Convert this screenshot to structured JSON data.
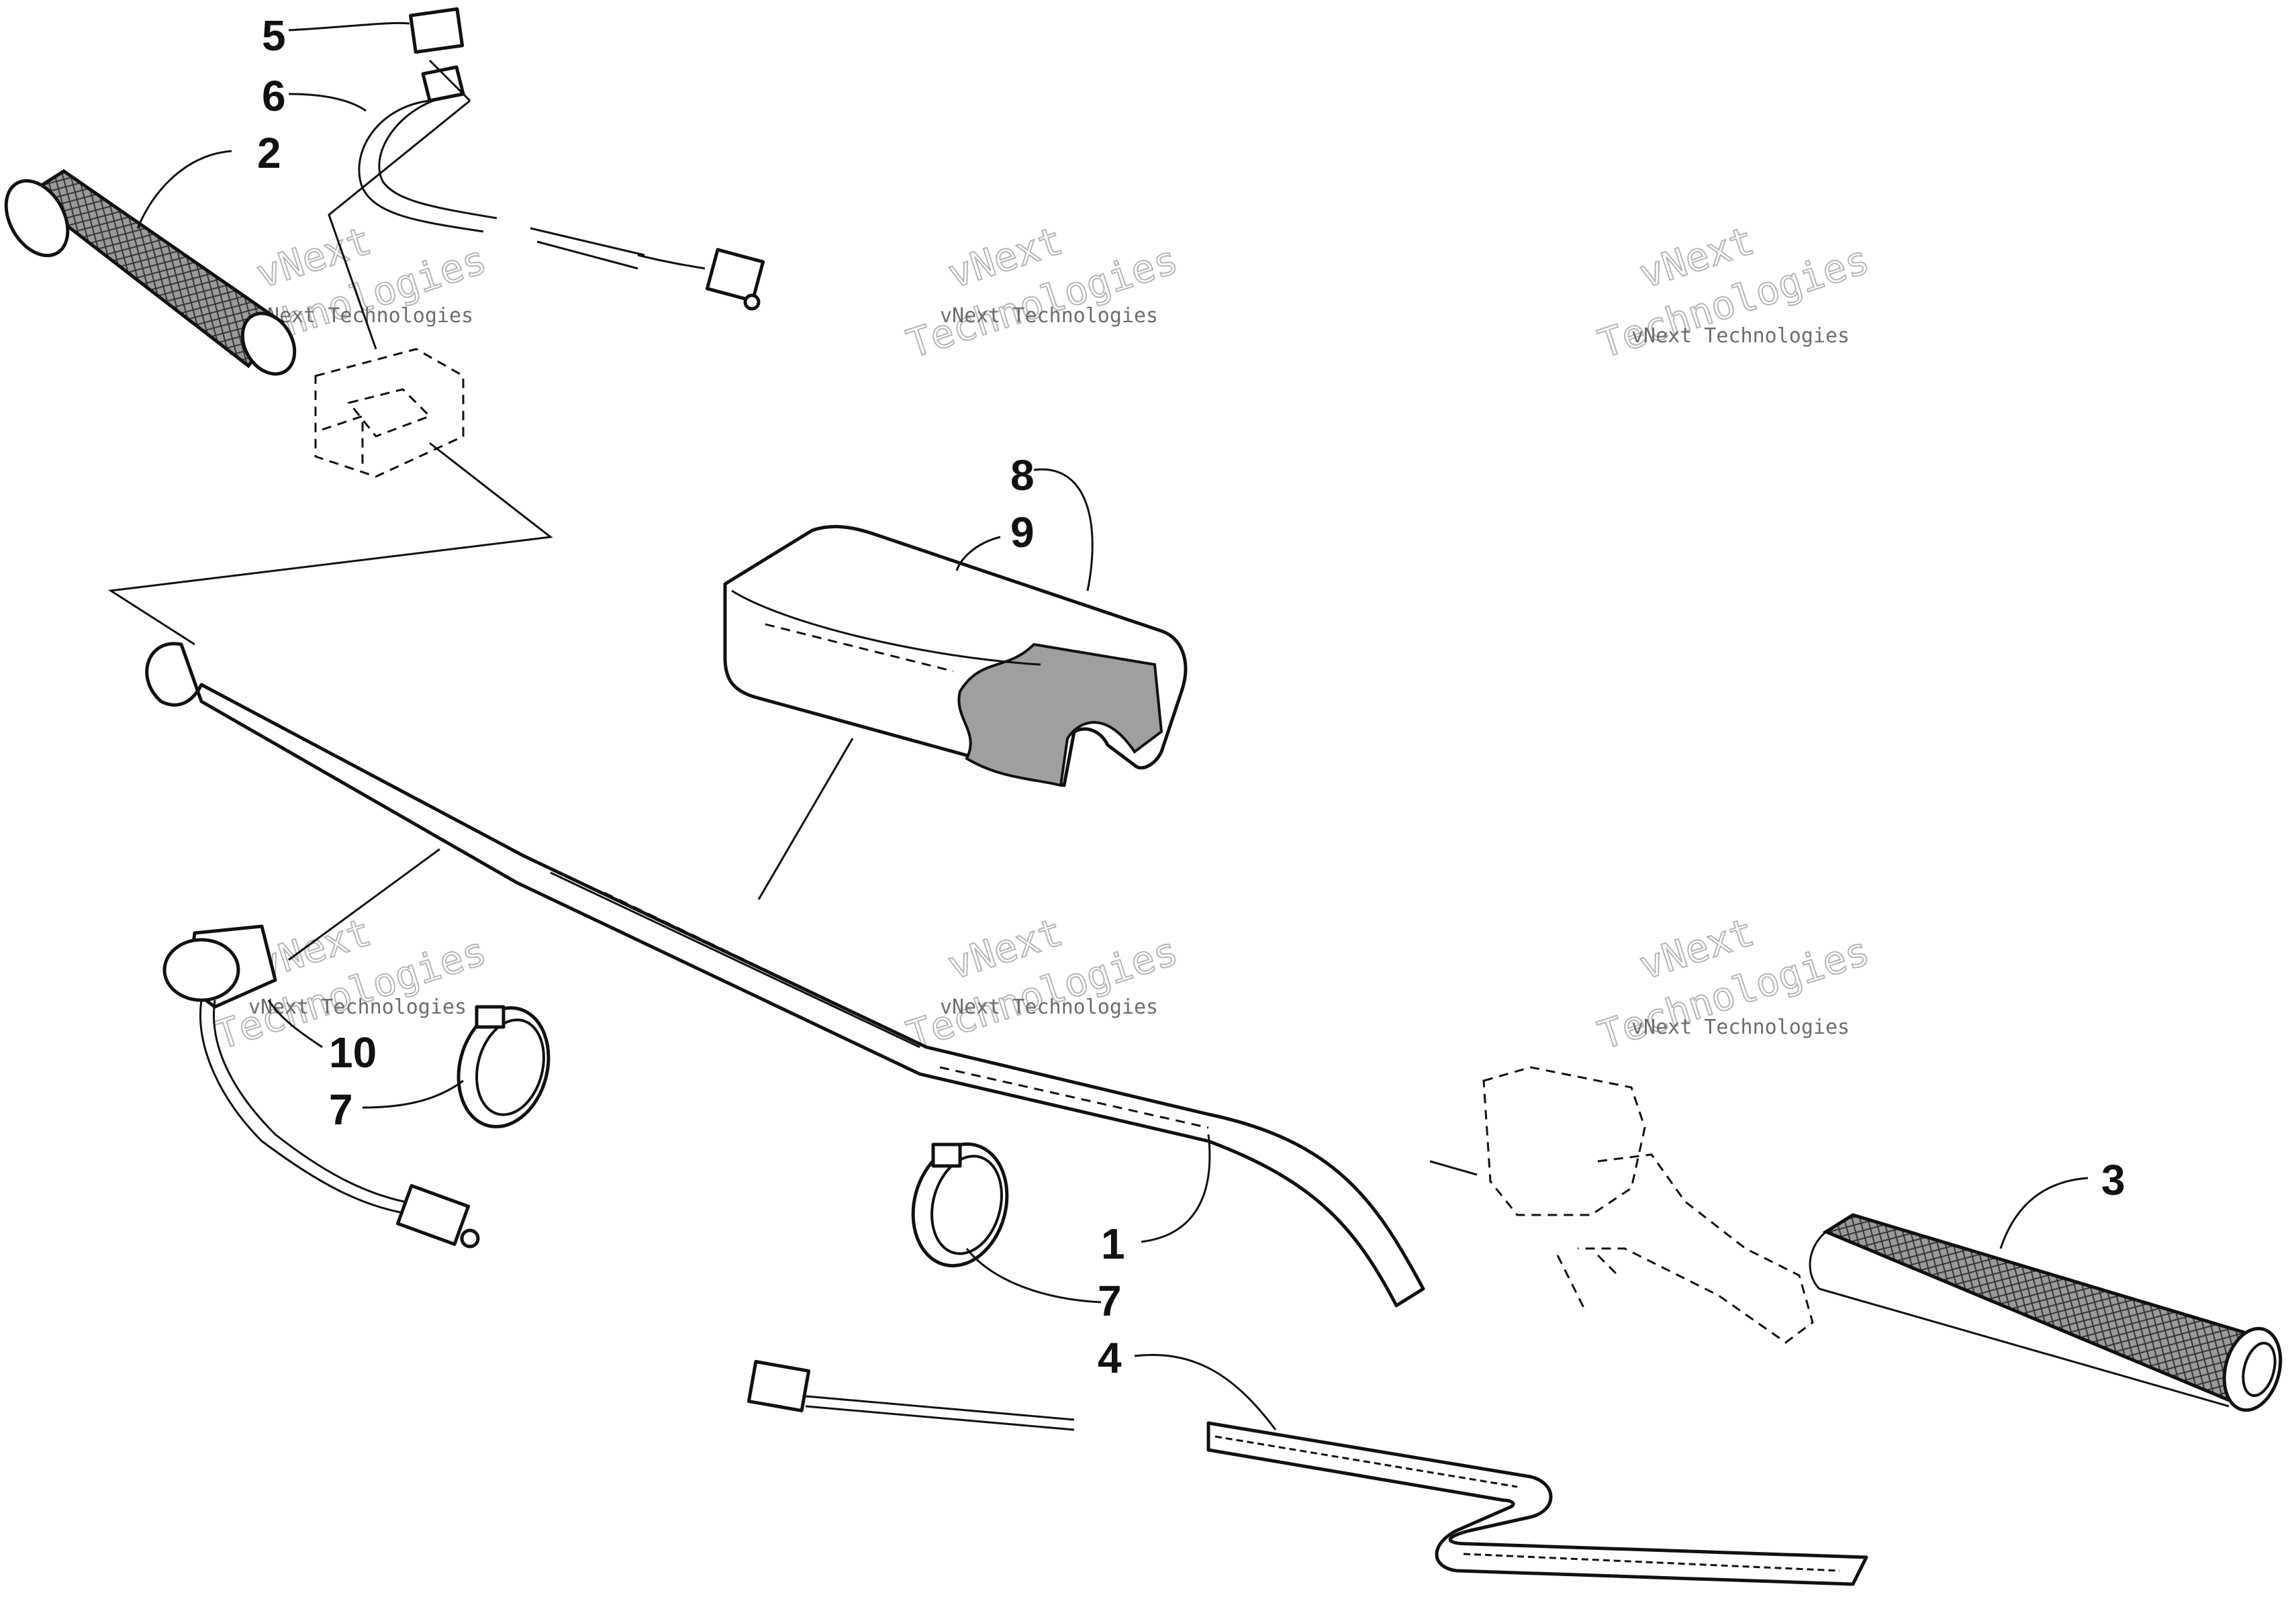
{
  "callouts": {
    "c1": "1",
    "c2": "2",
    "c3": "3",
    "c4": "4",
    "c5": "5",
    "c6": "6",
    "c7a": "7",
    "c7b": "7",
    "c8": "8",
    "c9": "9",
    "c10": "10"
  },
  "watermarks": {
    "small": "vNext Technologies",
    "big_top": "vNext",
    "big_bottom": "Technologies"
  },
  "colors": {
    "ink": "#111111",
    "watermark": "#6d6d6d",
    "background": "#ffffff"
  }
}
